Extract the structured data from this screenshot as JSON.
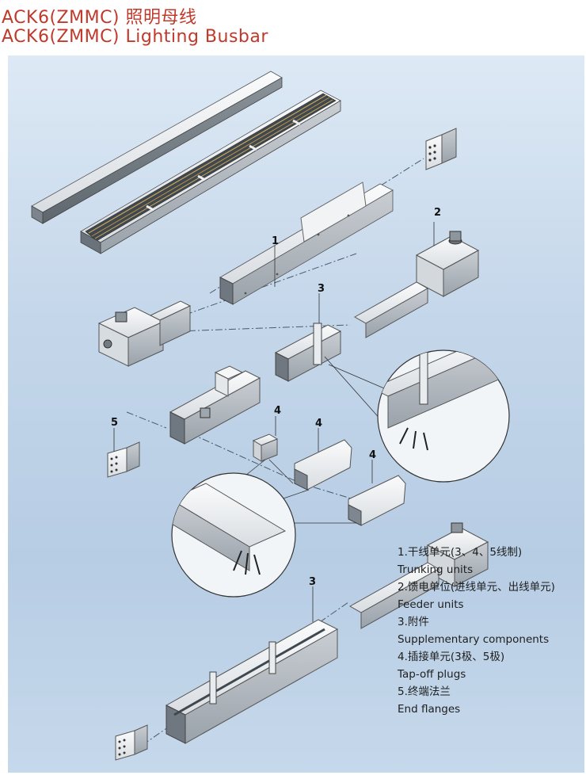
{
  "title_cn": "ACK6(ZMMC) 照明母线",
  "title_en": "ACK6(ZMMC) Lighting Busbar",
  "callouts": {
    "trunking_1": "1",
    "feeder_2": "2",
    "supplementary_3_upper": "3",
    "end_flange_5": "5",
    "plug_4_small": "4",
    "plug_4_mid": "4",
    "plug_4_right": "4",
    "supplementary_3_lower": "3"
  },
  "legend": [
    {
      "cn": "1.干线单元(3、4、5线制)",
      "en": "Trunking units"
    },
    {
      "cn": "2.馈电单位(进线单元、出线单元)",
      "en": "Feeder units"
    },
    {
      "cn": "3.附件",
      "en": "Supplementary components"
    },
    {
      "cn": "4.插接单元(3极、5极)",
      "en": "Tap-off plugs"
    },
    {
      "cn": "5.终端法兰",
      "en": "End flanges"
    }
  ],
  "colors": {
    "title": "#c0392b",
    "background_top": "#dde9f5",
    "background_bottom": "#b7cde4",
    "metal": "#e8eaec"
  }
}
